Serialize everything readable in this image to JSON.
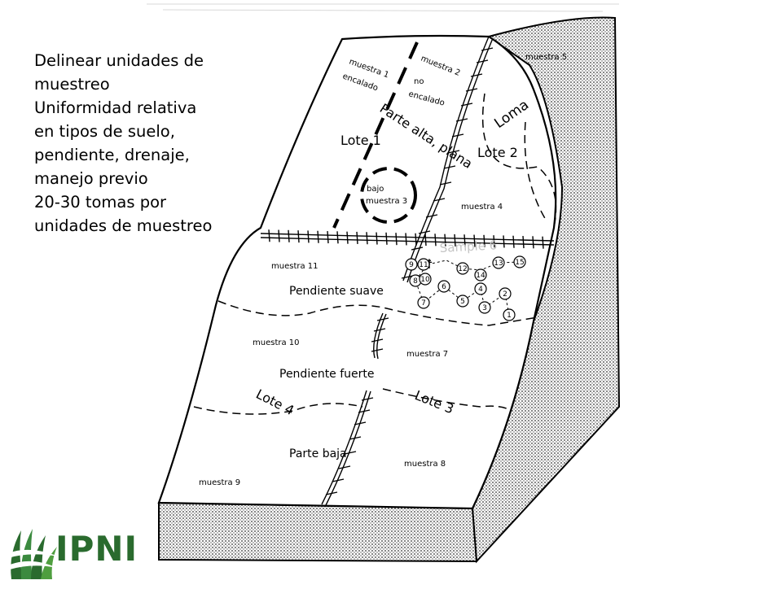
{
  "side_text": {
    "lines": [
      "Delinear unidades de",
      "muestreo",
      "Uniformidad relativa",
      "en tipos de suelo,",
      "pendiente, drenaje,",
      "manejo previo",
      "20-30 tomas por",
      "unidades de muestreo"
    ]
  },
  "diagram": {
    "samples": {
      "m1": "muestra 1",
      "m2": "muestra 2",
      "m3": "muestra 3",
      "m4": "muestra 4",
      "m5": "muestra 5",
      "m7": "muestra 7",
      "m8": "muestra 8",
      "m9": "muestra 9",
      "m10": "muestra 10",
      "m11": "muestra 11"
    },
    "notes": {
      "encalado": "encalado",
      "no": "no",
      "no_encalado": "encalado",
      "bajo": "bajo",
      "sample_faded": "Sample 6"
    },
    "lots": {
      "lote1": "Lote 1",
      "lote2": "Lote 2",
      "lote3": "Lote 3",
      "lote4": "Lote 4"
    },
    "zones": {
      "loma": "Loma",
      "parte_alta": "Parte alta, plana",
      "pendiente_suave": "Pendiente suave",
      "pendiente_fuerte": "Pendiente fuerte",
      "parte_baja": "Parte baja"
    },
    "cores": [
      "1",
      "2",
      "3",
      "4",
      "5",
      "6",
      "7",
      "8",
      "9",
      "10",
      "11",
      "12",
      "13",
      "14",
      "15"
    ]
  },
  "logo": {
    "text": "IPNI",
    "brand_color": "#2a6b2e"
  }
}
